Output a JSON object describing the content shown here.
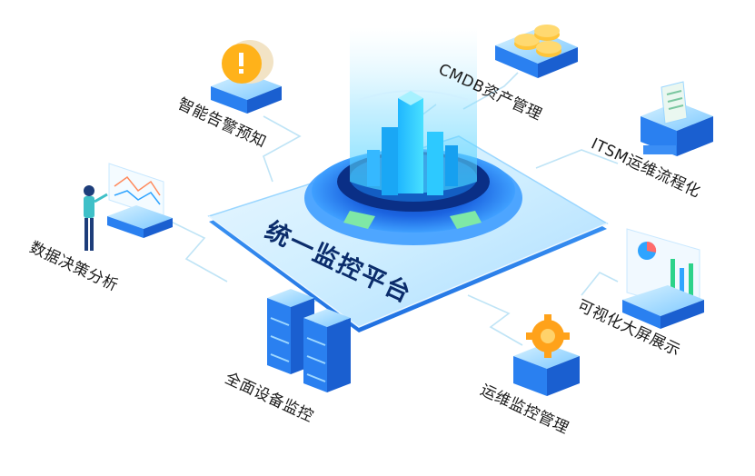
{
  "center": {
    "title": "统一监控平台"
  },
  "modules": {
    "alert": "智能告警预知",
    "cmdb": "CMDB资产管理",
    "itsm": "ITSM运维流程化",
    "visual": "可视化大屏展示",
    "ops": "运维监控管理",
    "device": "全面设备监控",
    "data": "数据决策分析"
  },
  "icons": {
    "alert": "exclamation-alert-icon",
    "cmdb": "coin-stack-icon",
    "itsm": "document-server-icon",
    "visual": "dashboard-screen-icon",
    "ops": "gear-server-icon",
    "device": "server-rack-icon",
    "data": "analyst-person-icon"
  },
  "colors": {
    "primary": "#1e6ff0",
    "accent": "#3fd0ff",
    "green": "#49d487",
    "orange": "#ffb21a"
  }
}
